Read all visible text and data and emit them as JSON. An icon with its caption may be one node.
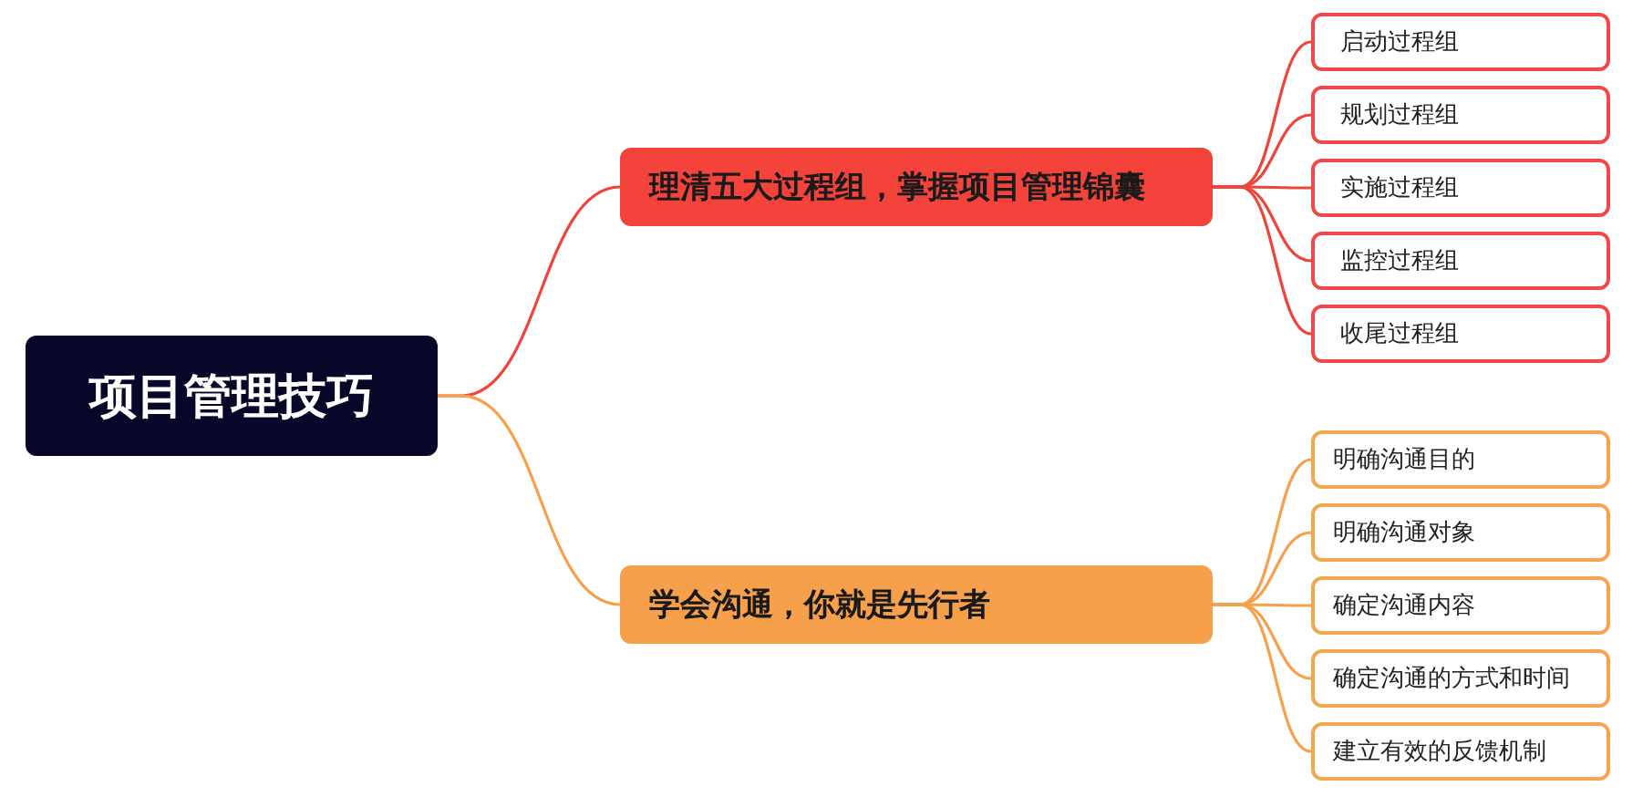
{
  "diagram": {
    "nodes": [
      {
        "text": [
          "项目管理技巧"
        ]
      },
      {
        "text": [
          "理清五大过程组，掌握项目管理锦囊"
        ]
      },
      {
        "text": [
          "启动过程组"
        ]
      },
      {
        "text": [
          "规划过程组"
        ]
      },
      {
        "text": [
          "实施过程组"
        ]
      },
      {
        "text": [
          "监控过程组"
        ]
      },
      {
        "text": [
          "收尾过程组"
        ]
      },
      {
        "text": [
          "学会沟通，你就是先行者"
        ]
      },
      {
        "text": [
          "明确沟通目的"
        ]
      },
      {
        "text": [
          "明确沟通对象"
        ]
      },
      {
        "text": [
          "确定沟通内容"
        ]
      },
      {
        "text": [
          "确定沟通的方式和时间"
        ]
      },
      {
        "text": [
          "建立有效的反馈机制"
        ]
      }
    ],
    "edges": [
      {
        "from": 0,
        "to": 1,
        "arrow": "none",
        "color": "#f0433a"
      },
      {
        "from": 1,
        "to": 2,
        "arrow": "none",
        "color": "#f0433a"
      },
      {
        "from": 1,
        "to": 3,
        "arrow": "none",
        "color": "#f0433a"
      },
      {
        "from": 1,
        "to": 4,
        "arrow": "none",
        "color": "#f0433a"
      },
      {
        "from": 1,
        "to": 5,
        "arrow": "none",
        "color": "#f0433a"
      },
      {
        "from": 1,
        "to": 6,
        "arrow": "none",
        "color": "#f0433a"
      },
      {
        "from": 0,
        "to": 7,
        "arrow": "none",
        "color": "#f7a04b"
      },
      {
        "from": 7,
        "to": 8,
        "arrow": "none",
        "color": "#f7a04b"
      },
      {
        "from": 7,
        "to": 9,
        "arrow": "none",
        "color": "#f7a04b"
      },
      {
        "from": 7,
        "to": 10,
        "arrow": "none",
        "color": "#f7a04b"
      },
      {
        "from": 7,
        "to": 11,
        "arrow": "none",
        "color": "#f7a04b"
      },
      {
        "from": 7,
        "to": 12,
        "arrow": "none",
        "color": "#f7a04b"
      }
    ]
  }
}
